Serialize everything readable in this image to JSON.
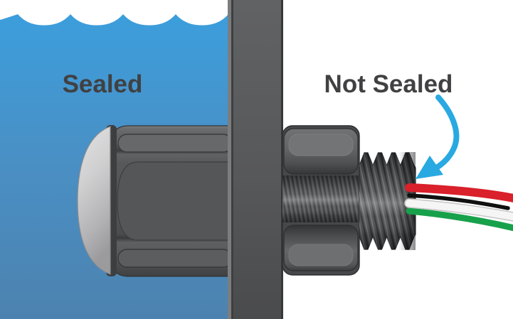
{
  "diagram": {
    "left_label": "Sealed",
    "right_label": "Not Sealed",
    "colors": {
      "background": "#FFFFFF",
      "water_top": "#3C9EDC",
      "water_mid": "#4A8FC4",
      "water_bottom": "#4C82AF",
      "wall_top": "#606163",
      "wall_bottom": "#4A4B4D",
      "hardware_dark": "#4A4B4D",
      "hardware_mid": "#57585A",
      "hardware_light": "#6B6C6E",
      "dome_light": "#DCDCDD",
      "dome_dark": "#9B9B9D",
      "arrow_blue": "#29A9E1",
      "label_text": "#414042",
      "wire_red": "#D9202B",
      "wire_black": "#101010",
      "wire_white": "#F5F5F5",
      "wire_white_outline": "#C4C4C4",
      "wire_green": "#17A14B"
    },
    "wires": [
      {
        "name": "red",
        "color": "#D9202B"
      },
      {
        "name": "black",
        "color": "#101010"
      },
      {
        "name": "white",
        "color": "#F5F5F5"
      },
      {
        "name": "green",
        "color": "#17A14B"
      }
    ]
  }
}
